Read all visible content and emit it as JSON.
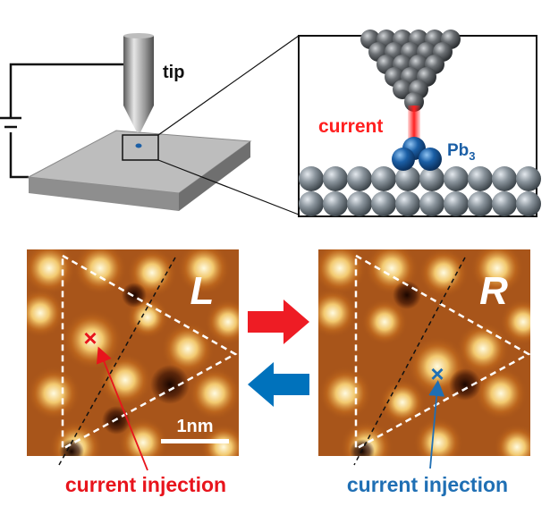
{
  "schematic": {
    "tip_label": "tip",
    "current_label": "current",
    "adatom_label": "Pb",
    "adatom_subscript": "3"
  },
  "panels": {
    "left": {
      "state_label": "L",
      "injection_label": "current injection",
      "marker": "×",
      "annotation_color": "#e8141c"
    },
    "right": {
      "state_label": "R",
      "injection_label": "current injection",
      "marker": "×",
      "annotation_color": "#1f6fb4"
    }
  },
  "scale_bar": {
    "label": "1nm"
  },
  "switch_arrows": {
    "forward_color": "#ee1c24",
    "backward_color": "#0072bc"
  },
  "colors": {
    "stm_dark": "#3a1204",
    "stm_mid": "#a8551a",
    "stm_bright": "#fff0b8",
    "atom_gray": "#7c868e",
    "adatom_blue": "#1b5fa6",
    "current_red": "#ff2020"
  }
}
